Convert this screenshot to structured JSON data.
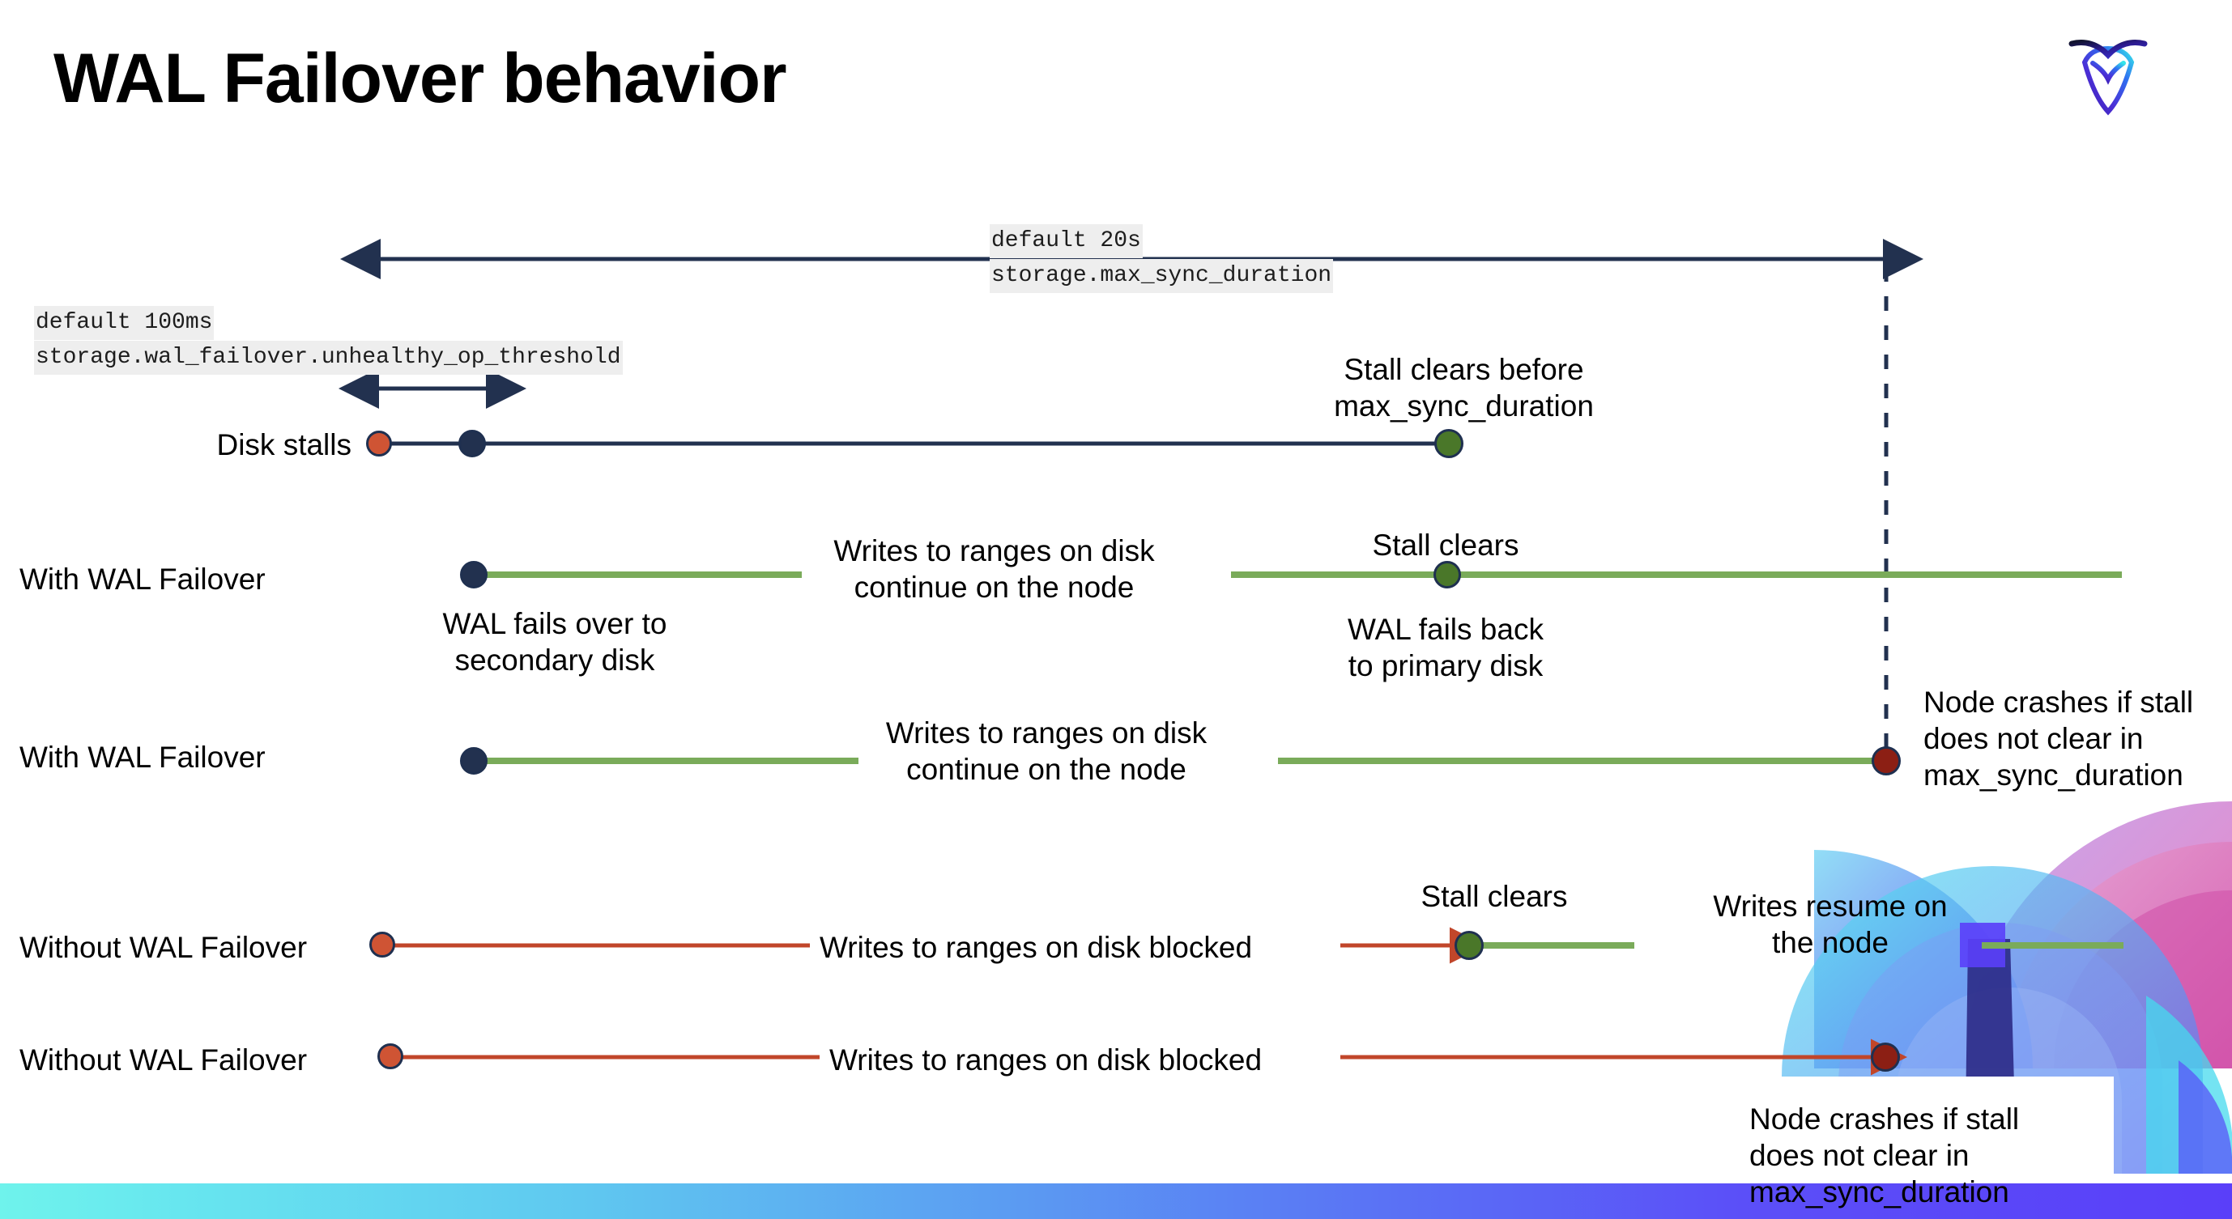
{
  "slide": {
    "title": "WAL Failover behavior",
    "logo_name": "cockroach-labs-logo"
  },
  "annotations": {
    "max_sync": {
      "default": "default 20s",
      "setting": "storage.max_sync_duration"
    },
    "unhealthy_threshold": {
      "default": "default 100ms",
      "setting": "storage.wal_failover.unhealthy_op_threshold"
    }
  },
  "rows": [
    {
      "id": "disk-stalls",
      "label": "Disk stalls",
      "callouts": [
        {
          "id": "stall-clears-before",
          "text": "Stall clears before\nmax_sync_duration"
        }
      ]
    },
    {
      "id": "with-wal-failover-recovers",
      "label": "With WAL Failover",
      "callouts": [
        {
          "id": "wal-fails-over",
          "text": "WAL fails over to\nsecondary disk"
        },
        {
          "id": "writes-continue",
          "text": "Writes to ranges on disk\ncontinue on the node"
        },
        {
          "id": "stall-clears",
          "text": "Stall clears"
        },
        {
          "id": "wal-fails-back",
          "text": "WAL fails  back\nto primary disk"
        }
      ]
    },
    {
      "id": "with-wal-failover-crashes",
      "label": "With WAL Failover",
      "callouts": [
        {
          "id": "writes-continue-2",
          "text": "Writes to ranges on disk\ncontinue on the node"
        },
        {
          "id": "node-crashes-1",
          "text": "Node crashes if stall\ndoes not clear in\nmax_sync_duration"
        }
      ]
    },
    {
      "id": "without-wal-failover-recovers",
      "label": "Without WAL Failover",
      "callouts": [
        {
          "id": "writes-blocked",
          "text": "Writes to ranges on disk  blocked"
        },
        {
          "id": "stall-clears-2",
          "text": "Stall clears"
        },
        {
          "id": "writes-resume",
          "text": "Writes resume on\nthe node"
        }
      ]
    },
    {
      "id": "without-wal-failover-crashes",
      "label": "Without WAL Failover",
      "callouts": [
        {
          "id": "writes-blocked-2",
          "text": "Writes to ranges on disk  blocked"
        },
        {
          "id": "node-crashes-2",
          "text": "Node crashes if stall\ndoes not clear in\nmax_sync_duration"
        }
      ]
    }
  ],
  "colors": {
    "navy": "#22314f",
    "green_line": "#7aab5a",
    "green_dot": "#4a7729",
    "red_line": "#c1462a",
    "red_dot_start": "#cf5434",
    "dark_red_dot": "#8c1f14",
    "code_bg": "#eeeeee",
    "bottom_bar_from": "#6ff3ec",
    "bottom_bar_to": "#5a3ff9"
  }
}
